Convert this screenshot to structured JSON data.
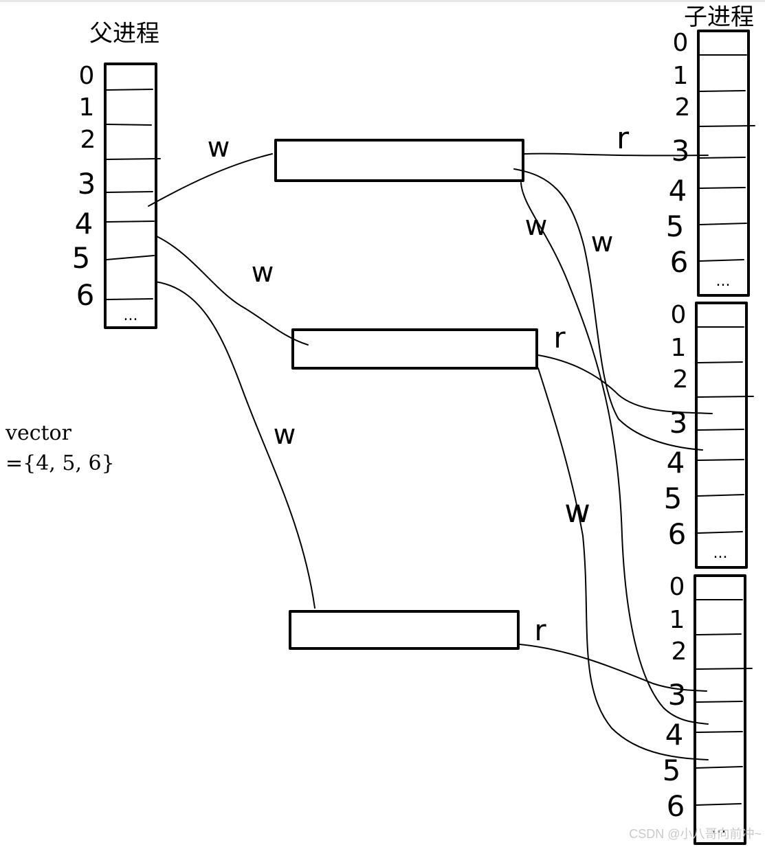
{
  "parent": {
    "title": "父进程",
    "fd_labels": [
      "0",
      "1",
      "2",
      "3",
      "4",
      "5",
      "6"
    ],
    "ellipsis": "..."
  },
  "children": [
    {
      "title": "子进程",
      "fd_labels": [
        "0",
        "1",
        "2",
        "3",
        "4",
        "5",
        "6"
      ],
      "ellipsis": "..."
    },
    {
      "title": "",
      "fd_labels": [
        "0",
        "1",
        "2",
        "3",
        "4",
        "5",
        "6"
      ],
      "ellipsis": "..."
    },
    {
      "title": "",
      "fd_labels": [
        "0",
        "1",
        "2",
        "3",
        "4",
        "5",
        "6"
      ],
      "ellipsis": "..."
    }
  ],
  "pipe_labels": {
    "write": "w",
    "read": "r"
  },
  "vector": {
    "line1": "vector",
    "line2": "={4, 5, 6}"
  },
  "watermark": "CSDN @小八哥向前冲~"
}
